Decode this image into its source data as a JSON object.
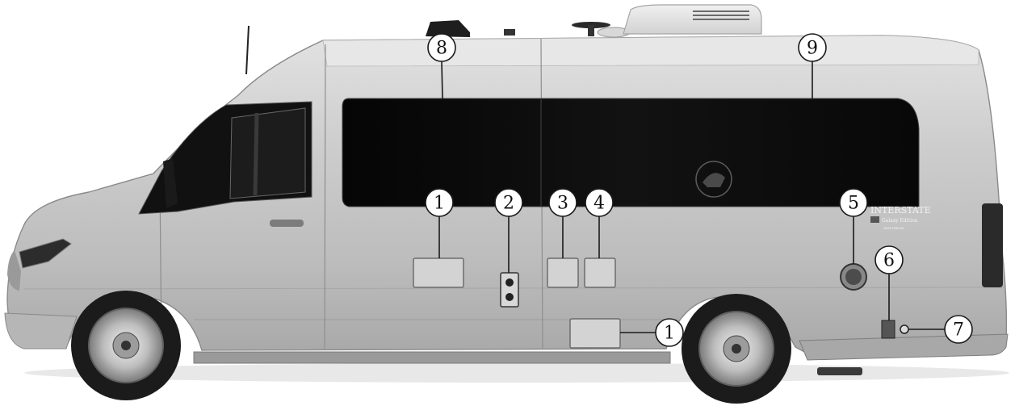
{
  "figure": {
    "type": "exterior side-view diagram of a camper van with numbered callouts"
  },
  "badge": {
    "brand": "INTERSTATE",
    "line1": "Galaxy Edition",
    "line2": "AIRSTREAM"
  },
  "callouts": [
    {
      "id": "c1a",
      "label": "1"
    },
    {
      "id": "c2",
      "label": "2"
    },
    {
      "id": "c3",
      "label": "3"
    },
    {
      "id": "c4",
      "label": "4"
    },
    {
      "id": "c5",
      "label": "5"
    },
    {
      "id": "c6",
      "label": "6"
    },
    {
      "id": "c7",
      "label": "7"
    },
    {
      "id": "c8",
      "label": "8"
    },
    {
      "id": "c9",
      "label": "9"
    },
    {
      "id": "c1b",
      "label": "1"
    }
  ],
  "colors": {
    "body": "#c9c9c9",
    "window": "#0e0e0e",
    "tire": "#1b1b1b",
    "line": "#1a1a1a"
  }
}
